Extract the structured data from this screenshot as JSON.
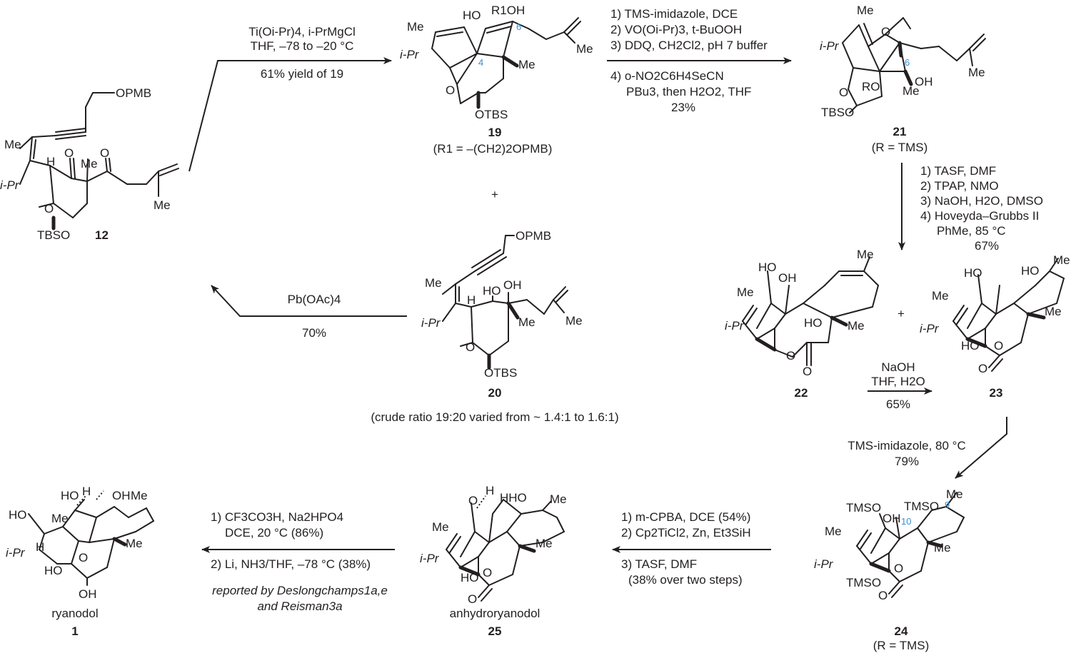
{
  "colors": {
    "ink": "#231f20",
    "atom_number_blue": "#3a8fd0",
    "background": "#ffffff"
  },
  "compound_12": {
    "label": "12",
    "atoms": {
      "opmb": "OPMB",
      "me_vinyl": "Me",
      "ipr": "i-Pr",
      "h": "H",
      "o_ketone1": "O",
      "o_ketone2": "O",
      "me_quat": "Me",
      "o_ring": "O",
      "otbs": "TBSO",
      "me_alkene": "Me"
    }
  },
  "step1": {
    "line1": "Ti(Oi-Pr)4, i-PrMgCl",
    "line2": "THF, –78 to –20 °C",
    "line3": "61% yield of 19"
  },
  "compound_19": {
    "label": "19",
    "note": "(R1 = –(CH2)2OPMB)",
    "atoms": {
      "ho": "HO",
      "r1oh": "R1OH",
      "me_ring": "Me",
      "ipr": "i-Pr",
      "c4": "4",
      "c6": "6",
      "me_quat": "Me",
      "o_ring": "O",
      "otbs": "OTBS",
      "me_alkene": "Me"
    }
  },
  "plus_top": "+",
  "step2": {
    "line1": "1) TMS-imidazole, DCE",
    "line2": "2) VO(Oi-Pr)3, t-BuOOH",
    "line3": "3) DDQ, CH2Cl2, pH 7 buffer",
    "line4": "4) o-NO2C6H4SeCN",
    "line5": "PBu3, then H2O2, THF",
    "line6": "23%"
  },
  "compound_21": {
    "label": "21",
    "note": "(R = TMS)",
    "atoms": {
      "me_top": "Me",
      "ipr": "i-Pr",
      "o_epox": "O",
      "c6": "6",
      "o_lactol": "O",
      "ro": "RO",
      "oh": "OH",
      "me_quat": "Me",
      "otbs": "TBSO",
      "me_alkene": "Me"
    }
  },
  "step3": {
    "line1": "1) TASF, DMF",
    "line2": "2) TPAP, NMO",
    "line3": "3) NaOH, H2O, DMSO",
    "line4": "4) Hoveyda–Grubbs II",
    "line5": "PhMe, 85 °C",
    "line6": "67%"
  },
  "compound_20": {
    "label": "20",
    "atoms": {
      "opmb": "OPMB",
      "me_vinyl": "Me",
      "ipr": "i-Pr",
      "h": "H",
      "ho": "HO",
      "oh": "OH",
      "me_quat": "Me",
      "o_ring": "O",
      "otbs": "OTBS",
      "me_alkene": "Me"
    }
  },
  "step_pb": {
    "reagent": "Pb(OAc)4",
    "yield": "70%"
  },
  "crude_ratio": "(crude ratio 19:20 varied from ~ 1.4:1 to 1.6:1)",
  "compound_22": {
    "label": "22",
    "atoms": {
      "ho1": "HO",
      "oh1": "OH",
      "me_ring": "Me",
      "ipr": "i-Pr",
      "ho2": "HO",
      "me_quat": "Me",
      "o_ring": "O",
      "o_carbonyl": "O",
      "me_top": "Me"
    }
  },
  "plus_mid": "+",
  "compound_23": {
    "label": "23",
    "atoms": {
      "ho1": "HO",
      "ho2": "HO",
      "me_ring": "Me",
      "ipr": "i-Pr",
      "ho3": "HO",
      "me_quat": "Me",
      "o_ring": "O",
      "o_carbonyl": "O",
      "me_top": "Me"
    }
  },
  "step_naoh": {
    "line1": "NaOH",
    "line2": "THF, H2O",
    "line3": "65%"
  },
  "step_tms": {
    "line1": "TMS-imidazole, 80 °C",
    "line2": "79%"
  },
  "compound_24": {
    "label": "24",
    "note": "(R = TMS)",
    "atoms": {
      "tmso1": "TMSO",
      "oh": "OH",
      "c10": "10",
      "tmso2": "TMSO",
      "c9": "9",
      "me_top": "Me",
      "me_ring": "Me",
      "ipr": "i-Pr",
      "me_quat": "Me",
      "tmso3": "TMSO",
      "o_ring": "O",
      "o_carbonyl": "O"
    }
  },
  "step4": {
    "line1": "1) m-CPBA, DCE (54%)",
    "line2": "2) Cp2TiCl2, Zn, Et3SiH",
    "line3": "3) TASF, DMF",
    "line4": "(38% over two steps)"
  },
  "compound_25": {
    "label": "25",
    "name": "anhydroryanodol",
    "atoms": {
      "o_top": "O",
      "h1": "H",
      "hho": "HHO",
      "me_top": "Me",
      "me_ring": "Me",
      "ipr": "i-Pr",
      "ho": "HO",
      "me_quat": "Me",
      "o_ring": "O",
      "o_carbonyl": "O"
    }
  },
  "step5": {
    "line1": "1) CF3CO3H, Na2HPO4",
    "line2": "DCE, 20 °C (86%)",
    "line3": "2) Li, NH3/THF, –78 °C (38%)",
    "line4": "reported by Deslongchamps1a,e",
    "line5": "and Reisman3a"
  },
  "compound_1": {
    "label": "1",
    "name": "ryanodol",
    "atoms": {
      "ho1": "HO",
      "h1": "H",
      "oh1": "OH",
      "me_top": "Me",
      "ho2": "HO",
      "me_left": "Me",
      "ipr": "i-Pr",
      "h2": "H",
      "o_bridge": "O",
      "me_quat": "Me",
      "ho3": "HO",
      "oh2": "OH"
    }
  }
}
